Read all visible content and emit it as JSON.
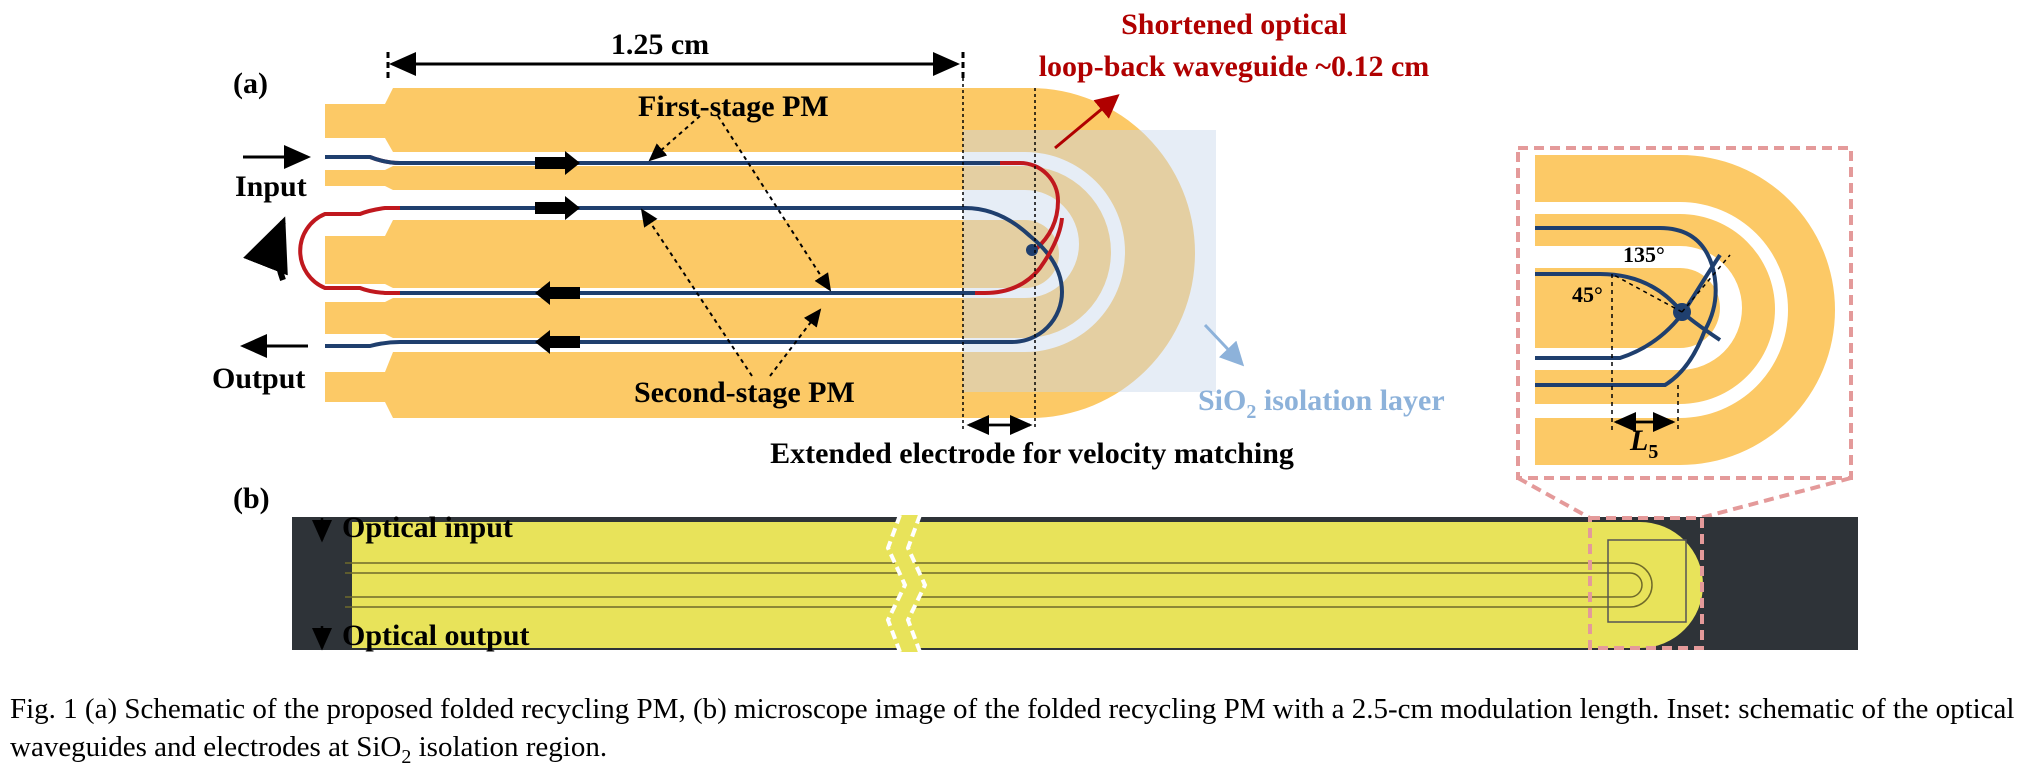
{
  "figure": {
    "panel_a": {
      "label": "(a)",
      "length_label": "1.25 cm",
      "input_label": "Input",
      "output_label": "Output",
      "first_stage_label": "First-stage PM",
      "second_stage_label": "Second-stage PM",
      "shortened_line1": "Shortened optical",
      "shortened_line2": "loop-back waveguide ~0.12 cm",
      "sio2_prefix": "SiO",
      "sio2_sub": "2",
      "sio2_suffix": " isolation layer",
      "extended_label": "Extended electrode for velocity matching"
    },
    "inset": {
      "angle1": "135°",
      "angle2": "45°",
      "length_symbol": "L",
      "length_sub": "5"
    },
    "panel_b": {
      "label": "(b)",
      "optical_input": "Optical input",
      "optical_output": "Optical output"
    },
    "colors": {
      "electrode": "#FCC966",
      "waveguide": "#1F3F6E",
      "loop_red": "#C0181E",
      "annotation_red": "#B00000",
      "sio2_blue": "#8DB2DA",
      "inset_border": "#E49A9A",
      "micro_yellow": "#E8E35A",
      "micro_bg": "#2E3338"
    }
  },
  "caption": {
    "part1": "Fig. 1 (a) Schematic of the proposed folded recycling PM, (b) microscope image of the folded recycling PM with a 2.5-cm modulation length. Inset: schematic of the optical waveguides and electrodes at SiO",
    "sub": "2",
    "part2": " isolation region."
  }
}
